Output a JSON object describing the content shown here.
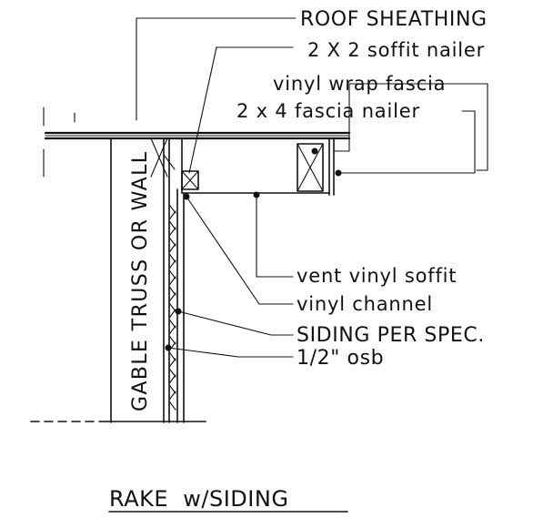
{
  "drawing": {
    "title": "RAKE  w/SIDING",
    "wall_label": "GABLE TRUSS OR WALL",
    "callouts": {
      "roof_sheathing": "ROOF SHEATHING",
      "soffit_nailer": "2 X 2 soffit nailer",
      "vinyl_wrap_fascia": "vinyl wrap fascia",
      "fascia_nailer": "2 x 4 fascia nailer",
      "vent_vinyl_soffit": "vent vinyl soffit",
      "vinyl_channel": "vinyl channel",
      "siding": "SIDING PER SPEC.",
      "osb": "1/2\" osb"
    }
  }
}
